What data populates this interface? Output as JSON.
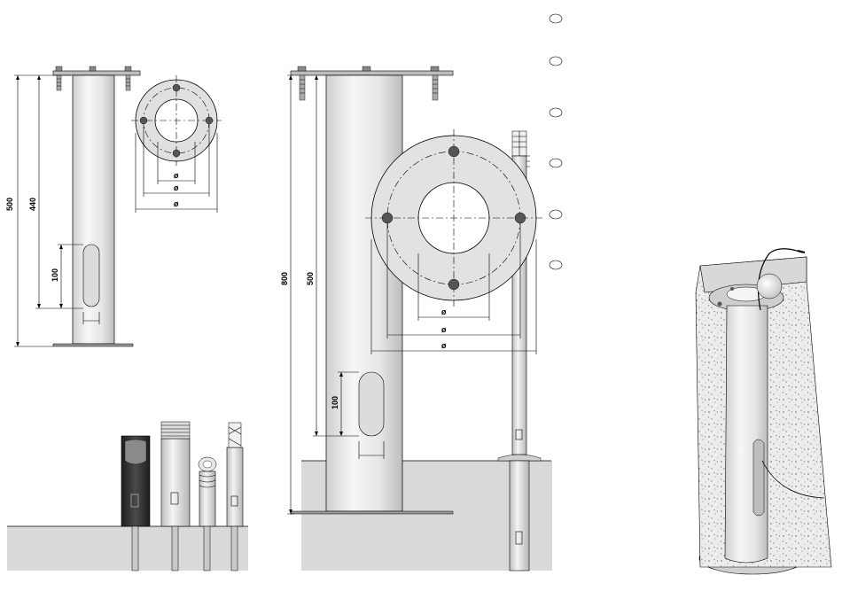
{
  "diagram": {
    "left_post": {
      "height_total": "500",
      "height_embed": "440",
      "opening_height": "100"
    },
    "left_flange": {
      "dia_labels": [
        "ø",
        "ø",
        "ø"
      ]
    },
    "center_post": {
      "height_total": "800",
      "height_embed": "500",
      "opening_height": "100"
    },
    "center_flange": {
      "dia_labels": [
        "ø",
        "ø",
        "ø"
      ]
    },
    "legend_markers": [
      "",
      "",
      "",
      "",
      "",
      ""
    ]
  },
  "colors": {
    "ground": "#d9d9d9",
    "metal_light": "#f2f2f2",
    "metal_mid": "#cfcfcf",
    "dark_bollard": "#2e2e2e"
  }
}
